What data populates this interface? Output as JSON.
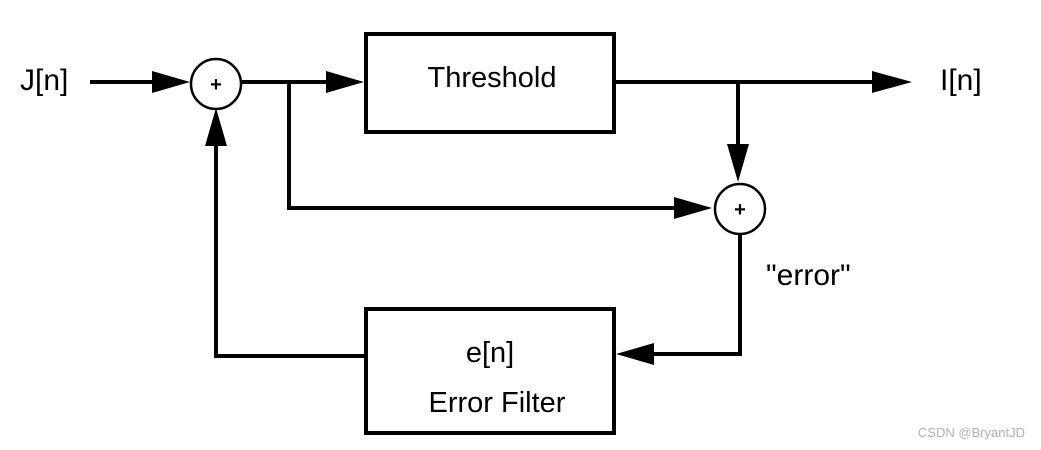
{
  "labels": {
    "input": "J[n]",
    "output": "I[n]",
    "error": "\"error\""
  },
  "blocks": {
    "threshold": "Threshold",
    "error_filter_line1": "e[n]",
    "error_filter_line2": "Error Filter"
  },
  "summers": {
    "input_summer": "+",
    "error_summer": "+"
  },
  "watermark": "CSDN @BryantJD"
}
